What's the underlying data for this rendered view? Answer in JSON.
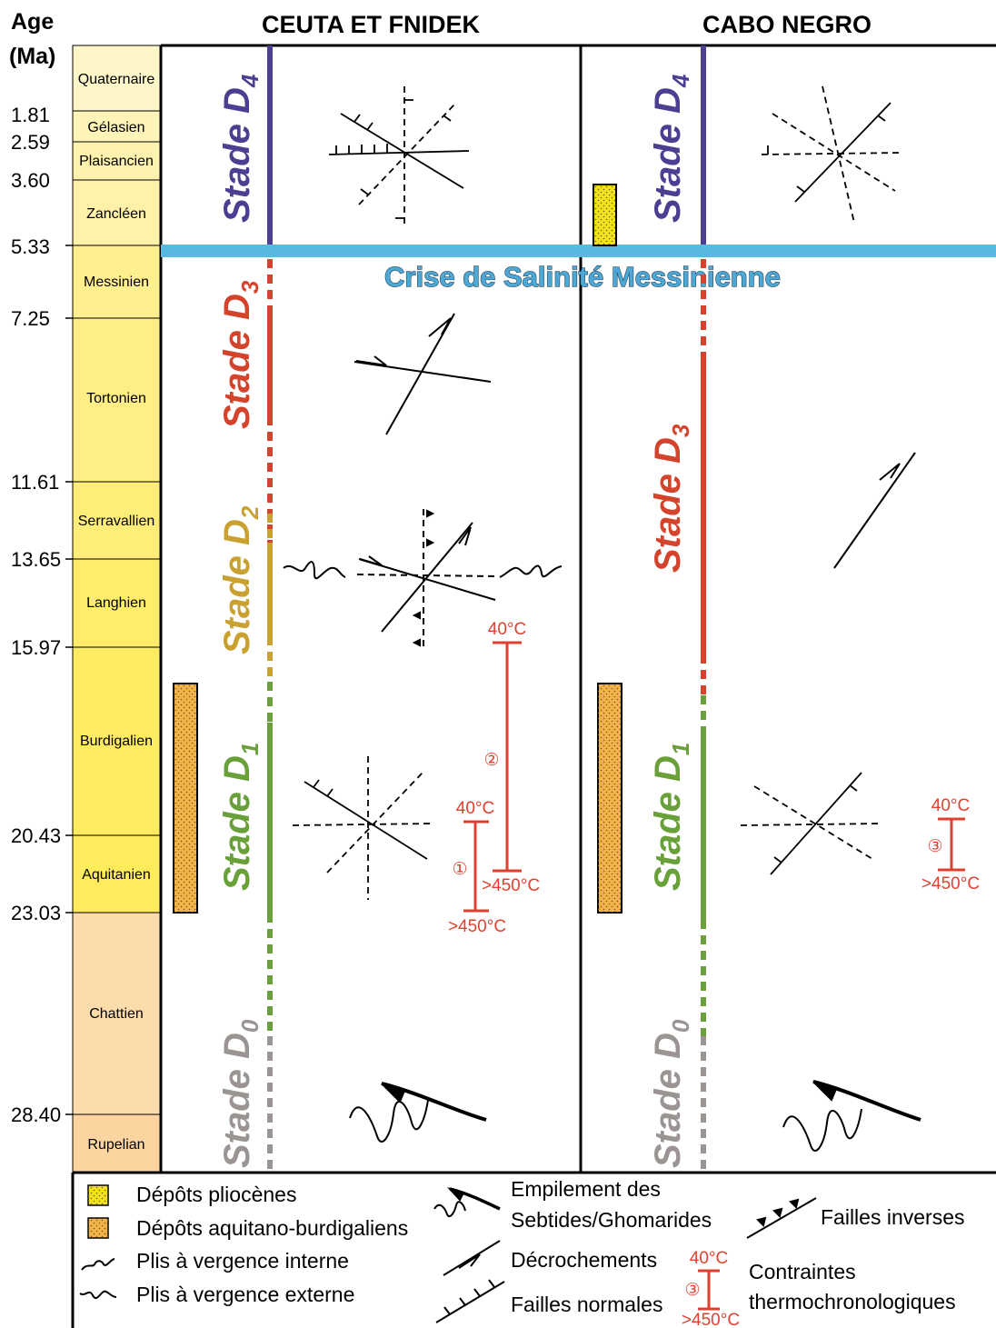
{
  "header": {
    "age_label": "Age",
    "unit_label": "(Ma)",
    "col1_title": "CEUTA ET FNIDEK",
    "col2_title": "CABO NEGRO"
  },
  "ages": [
    "1.81",
    "2.59",
    "3.60",
    "5.33",
    "7.25",
    "11.61",
    "13.65",
    "15.97",
    "20.43",
    "23.03",
    "28.40"
  ],
  "periods": [
    "Quaternaire",
    "Gélasien",
    "Plaisancien",
    "Zancléen",
    "Messinien",
    "Tortonien",
    "Serravallien",
    "Langhien",
    "Burdigalien",
    "Aquitanien",
    "Chattien",
    "Rupelian"
  ],
  "crisis_label": "Crise de Salinité Messinienne",
  "stages": {
    "ceuta": {
      "d4": {
        "name": "Stade D",
        "sub": "4"
      },
      "d3": {
        "name": "Stade D",
        "sub": "3"
      },
      "d2": {
        "name": "Stade D",
        "sub": "2"
      },
      "d1": {
        "name": "Stade D",
        "sub": "1"
      },
      "d0": {
        "name": "Stade D",
        "sub": "0"
      }
    },
    "cabo": {
      "d4": {
        "name": "Stade D",
        "sub": "4"
      },
      "d3": {
        "name": "Stade D",
        "sub": "3"
      },
      "d1": {
        "name": "Stade D",
        "sub": "1"
      },
      "d0": {
        "name": "Stade D",
        "sub": "0"
      }
    }
  },
  "thermo": {
    "c1": {
      "top": "40°C",
      "bottom": ">450°C",
      "num": "①"
    },
    "c2": {
      "top": "40°C",
      "bottom": ">450°C",
      "num": "②"
    },
    "c3": {
      "top": "40°C",
      "bottom": ">450°C",
      "num": "③"
    }
  },
  "legend": {
    "plio": "Dépôts pliocènes",
    "aqui": "Dépôts aquitano-burdigaliens",
    "plis_int": "Plis à vergence interne",
    "plis_ext": "Plis à vergence externe",
    "empil_1": "Empilement des",
    "empil_2": "Sebtides/Ghomarides",
    "decro": "Décrochements",
    "normales": "Failles normales",
    "inverses": "Failles inverses",
    "contr_1": "Contraintes",
    "contr_2": "thermochronologiques",
    "thermo_top": "40°C",
    "thermo_bottom": ">450°C",
    "thermo_num": "③"
  },
  "colors": {
    "d4": "#4a3f91",
    "d3": "#d4432c",
    "d2": "#c8a130",
    "d1": "#6aa03a",
    "d0": "#9a9593",
    "crisis_bar": "#58b8df",
    "thermo": "#e0412f",
    "plio_fill": "#f2e21e",
    "aqui_fill": "#f2b44a"
  }
}
